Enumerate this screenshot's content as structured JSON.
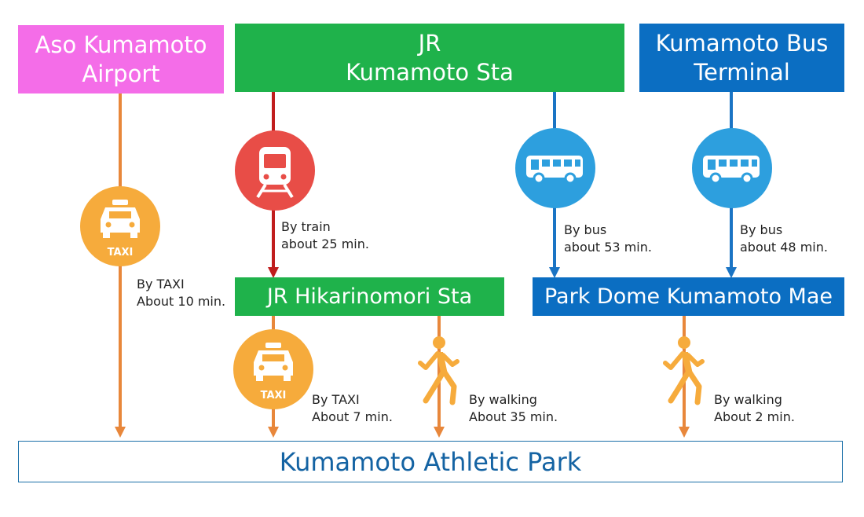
{
  "colors": {
    "airport": "#f46de8",
    "jr_station": "#1fb24b",
    "bus_terminal": "#0b6ec2",
    "destination_border": "#1a6fa8",
    "destination_text": "#1463a3",
    "taxi_icon": "#f6ab3c",
    "train_icon": "#e84d47",
    "bus_icon": "#2d9fde",
    "walk_icon": "#f6ab3c",
    "orange_line": "#e8873b",
    "red_line": "#c01d1d",
    "blue_line": "#1a74c4"
  },
  "origins": {
    "airport": {
      "line1": "Aso Kumamoto",
      "line2": "Airport"
    },
    "jr_station": {
      "line1": "JR",
      "line2": "Kumamoto Sta"
    },
    "bus_terminal": {
      "line1": "Kumamoto Bus",
      "line2": "Terminal"
    }
  },
  "transfers": {
    "hikarinomori": "JR Hikarinomori Sta",
    "park_dome": "Park Dome Kumamoto Mae"
  },
  "destination": "Kumamoto Athletic Park",
  "icons": {
    "taxi_label": "TAXI"
  },
  "routes": {
    "airport_taxi": {
      "mode": "By TAXI",
      "time": "About 10 min."
    },
    "jr_train": {
      "mode": "By train",
      "time": "about 25 min."
    },
    "jr_bus": {
      "mode": "By bus",
      "time": "about 53 min."
    },
    "terminal_bus": {
      "mode": "By bus",
      "time": "about 48 min."
    },
    "hikari_taxi": {
      "mode": "By TAXI",
      "time": "About 7 min."
    },
    "hikari_walk": {
      "mode": "By walking",
      "time": "About 35 min."
    },
    "dome_walk": {
      "mode": "By walking",
      "time": "About 2 min."
    }
  }
}
